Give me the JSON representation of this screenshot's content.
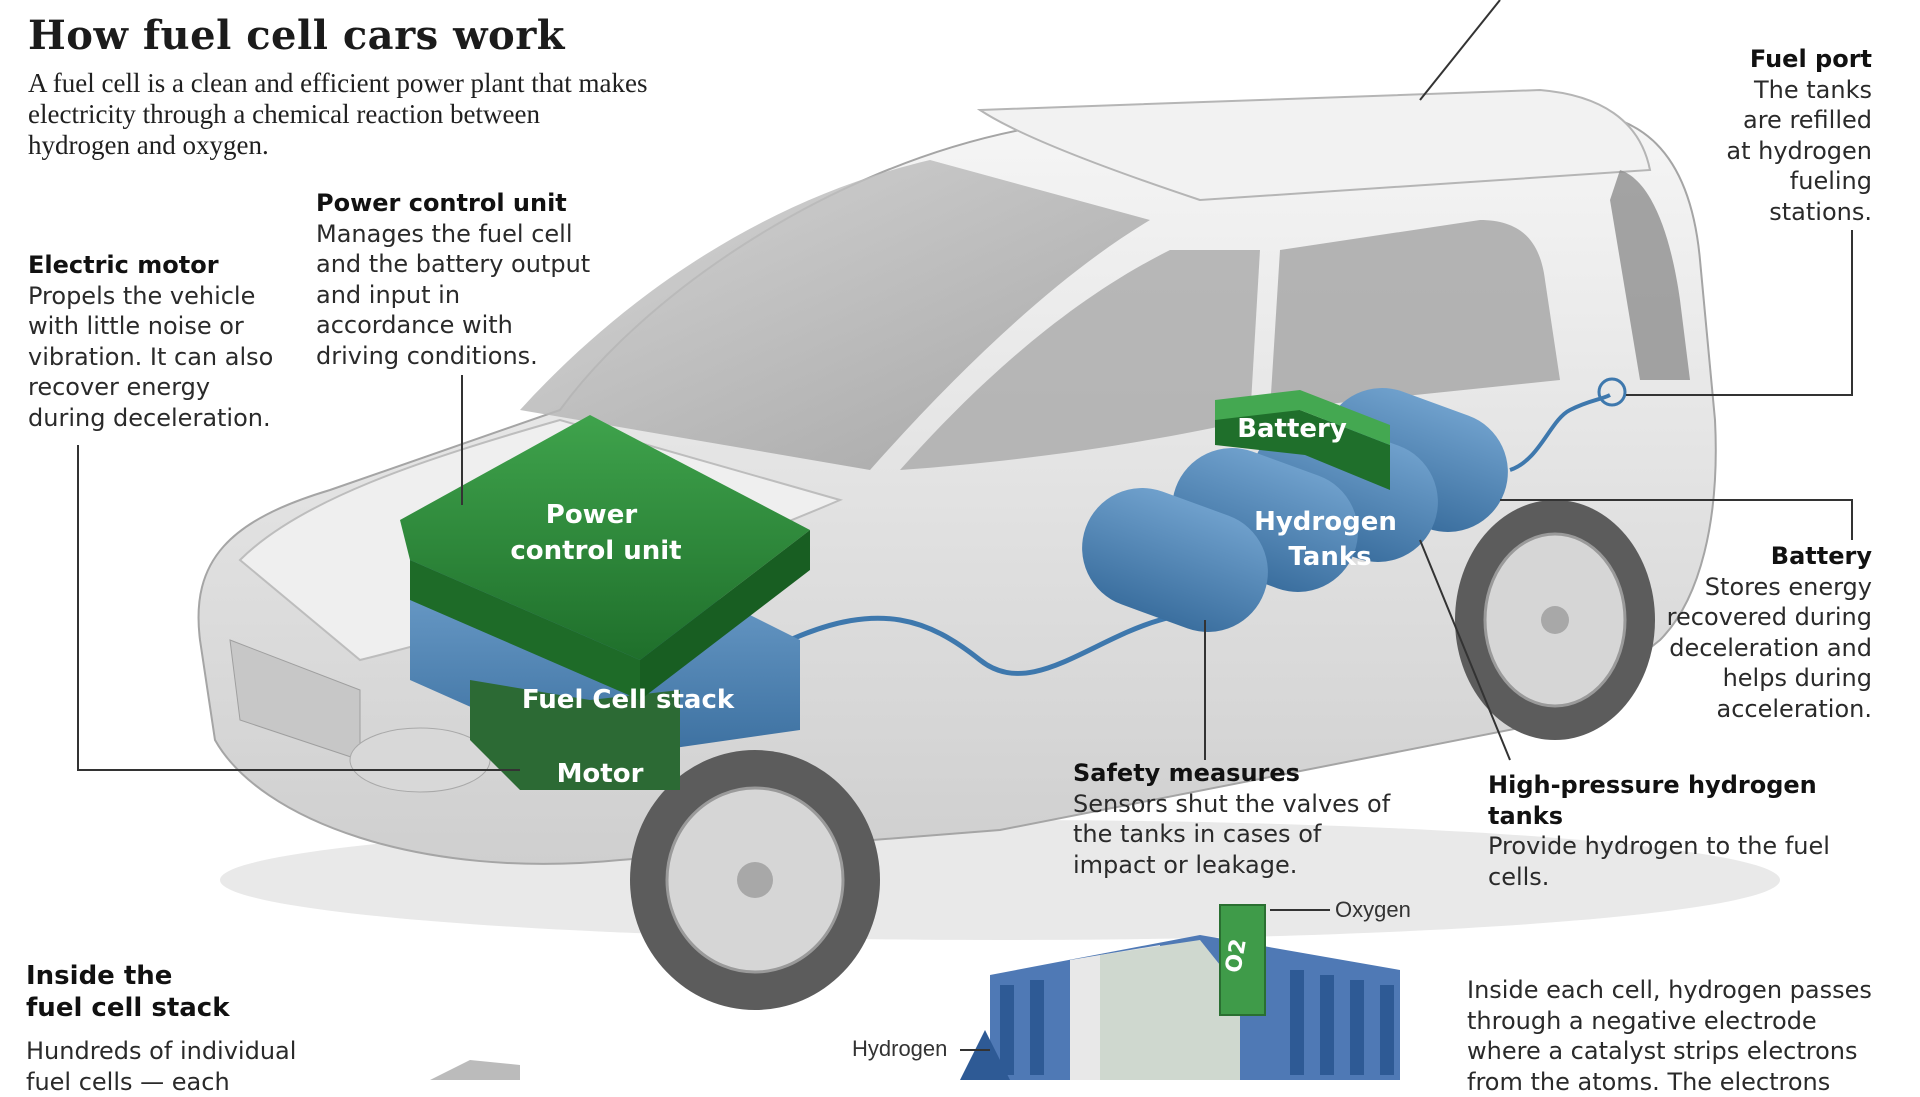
{
  "title": "How fuel cell cars work",
  "intro": [
    "A fuel cell is a clean and efficient power plant that makes",
    "electricity through a chemical reaction between",
    "hydrogen and oxygen."
  ],
  "callouts": {
    "electric_motor": {
      "heading": "Electric motor",
      "lines": [
        "Propels the vehicle",
        "with little noise or",
        "vibration. It can also",
        "recover energy",
        "during deceleration."
      ]
    },
    "power_control_unit": {
      "heading": "Power control unit",
      "lines": [
        "Manages the fuel cell",
        "and the battery output",
        "and input in",
        "accordance with",
        "driving conditions."
      ]
    },
    "fuel_port": {
      "heading": "Fuel port",
      "lines": [
        "The tanks",
        "are refilled",
        "at hydrogen",
        "fueling",
        "stations."
      ]
    },
    "battery": {
      "heading": "Battery",
      "lines": [
        "Stores energy",
        "recovered during",
        "deceleration and",
        "helps during",
        "acceleration."
      ]
    },
    "safety_measures": {
      "heading": "Safety measures",
      "lines": [
        "Sensors shut the valves of",
        "the tanks in cases of",
        "impact or leakage."
      ]
    },
    "hydrogen_tanks": {
      "heading": "High-pressure hydrogen tanks",
      "lines": [
        "Provide hydrogen to the fuel",
        "cells."
      ]
    },
    "inside_stack": {
      "heading": [
        "Inside the",
        "fuel cell stack"
      ],
      "lines": [
        "Hundreds of individual",
        "fuel cells — each"
      ]
    },
    "inside_cell": {
      "lines": [
        "Inside each cell, hydrogen passes",
        "through a negative electrode",
        "where a catalyst strips electrons",
        "from the atoms. The electrons"
      ]
    }
  },
  "component_labels": {
    "power_control_unit": [
      "Power",
      "control unit"
    ],
    "fuel_cell_stack": "Fuel Cell stack",
    "motor": "Motor",
    "battery": "Battery",
    "hydrogen_tanks": [
      "Hydrogen",
      "Tanks"
    ]
  },
  "cell_labels": {
    "oxygen": "Oxygen",
    "hydrogen": "Hydrogen",
    "o2": "O2"
  },
  "colors": {
    "green": "#2e8b3a",
    "green_dark": "#1f6b2a",
    "blue": "#4f86b8",
    "blue_dark": "#3a6d9c",
    "car_body": "#e8e8e8",
    "car_shadow": "#b9b9b9",
    "line": "#333333"
  }
}
